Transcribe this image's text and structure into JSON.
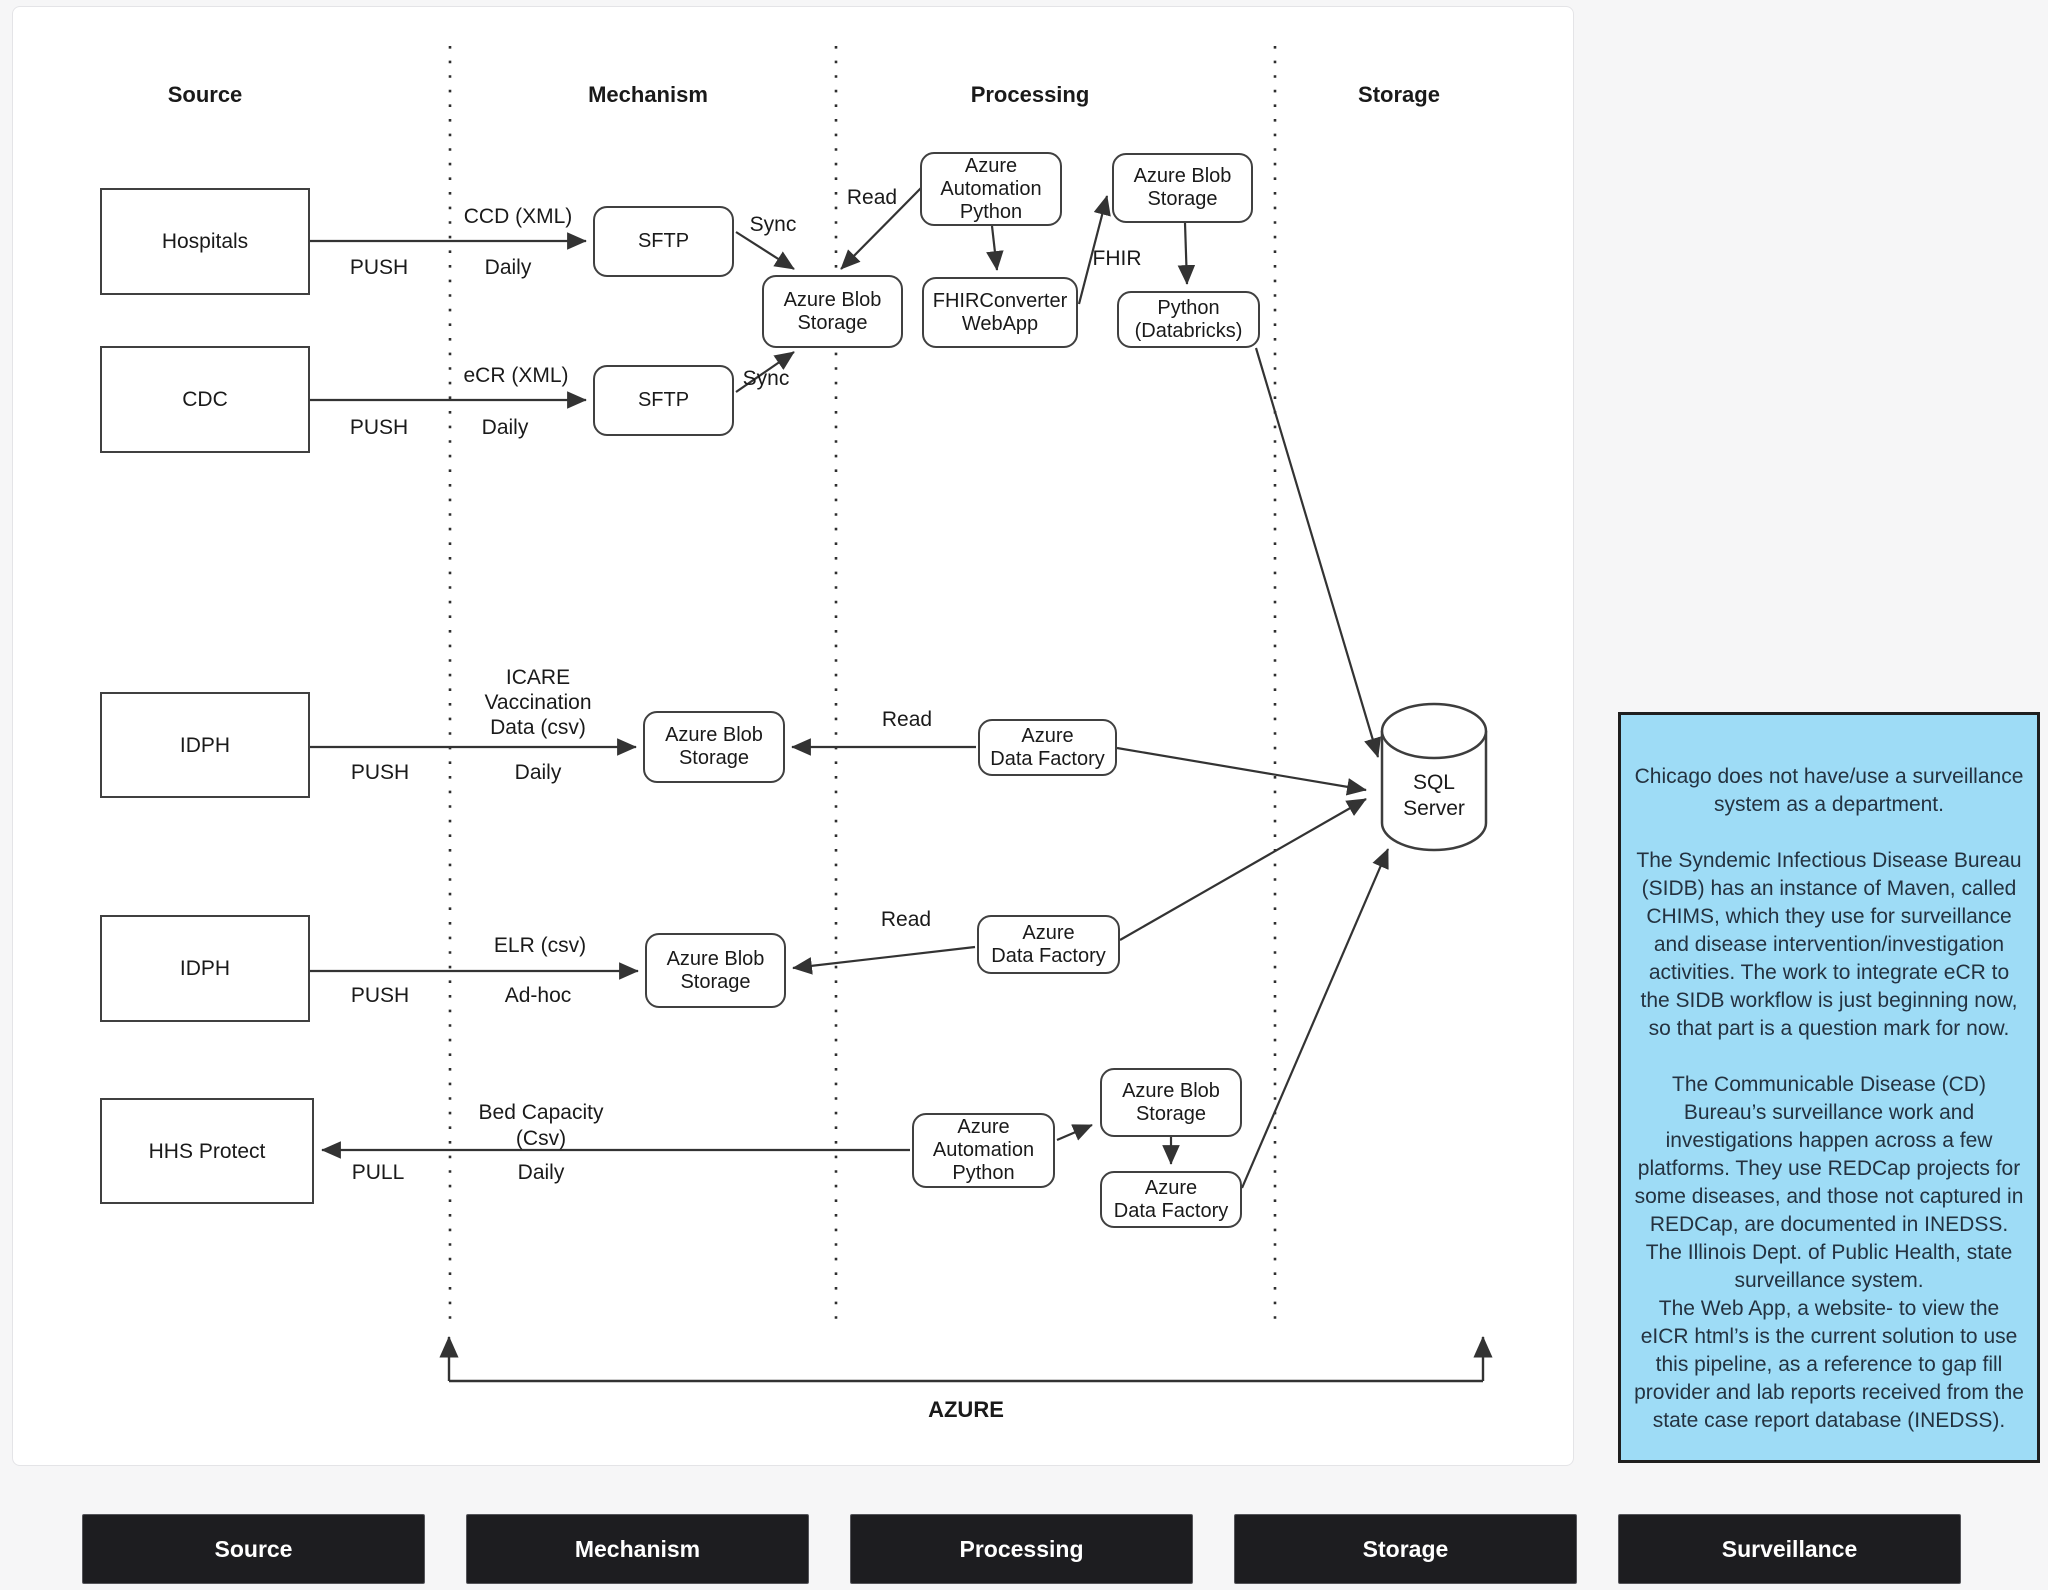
{
  "columns": [
    "Source",
    "Mechanism",
    "Processing",
    "Storage"
  ],
  "sources": {
    "hospitals": "Hospitals",
    "cdc": "CDC",
    "idph1": "IDPH",
    "idph2": "IDPH",
    "hhs": "HHS Protect"
  },
  "nodes": {
    "sftp": "SFTP",
    "blob": "Azure Blob\nStorage",
    "automation": "Azure\nAutomation\nPython",
    "fhirconverter": "FHIRConverter\nWebApp",
    "databricks": "Python\n(Databricks)",
    "datafactory": "Azure\nData Factory",
    "sql": "SQL\nServer"
  },
  "edge_labels": {
    "push": "PUSH",
    "pull": "PULL",
    "sync": "Sync",
    "read": "Read",
    "fhir": "FHIR",
    "daily": "Daily",
    "adhoc": "Ad-hoc",
    "ccd": "CCD (XML)",
    "ecr": "eCR (XML)",
    "icare": "ICARE\nVaccination\nData (csv)",
    "elr": "ELR (csv)",
    "bed_capacity": "Bed Capacity\n(Csv)",
    "azure": "AZURE"
  },
  "note": {
    "paragraphs": [
      "Chicago does not have/use a surveillance system as a department.",
      "The Syndemic Infectious Disease Bureau (SIDB) has an instance of Maven, called CHIMS, which they use for surveillance and disease intervention/investigation activities. The work to integrate eCR to the SIDB workflow is just beginning now, so that part is a question mark for now.",
      "The Communicable Disease (CD) Bureau’s surveillance work and investigations happen across a few platforms. They use REDCap projects for some diseases, and those not captured in REDCap, are documented in INEDSS. The Illinois Dept. of Public Health, state surveillance system.",
      "The Web App, a website- to view the eICR html’s is the current solution to use this pipeline, as a reference to gap fill provider and lab reports received from the state case report database (INEDSS)."
    ]
  },
  "footer": {
    "buttons": [
      "Source",
      "Mechanism",
      "Processing",
      "Storage",
      "Surveillance"
    ]
  },
  "colors": {
    "note_bg": "#9edcf6",
    "note_border": "#1f1f1f",
    "button_bg": "#1d1d20",
    "button_text": "#ffffff",
    "line": "#333333",
    "panel_bg": "#ffffff",
    "page_bg": "#f6f6f7"
  }
}
